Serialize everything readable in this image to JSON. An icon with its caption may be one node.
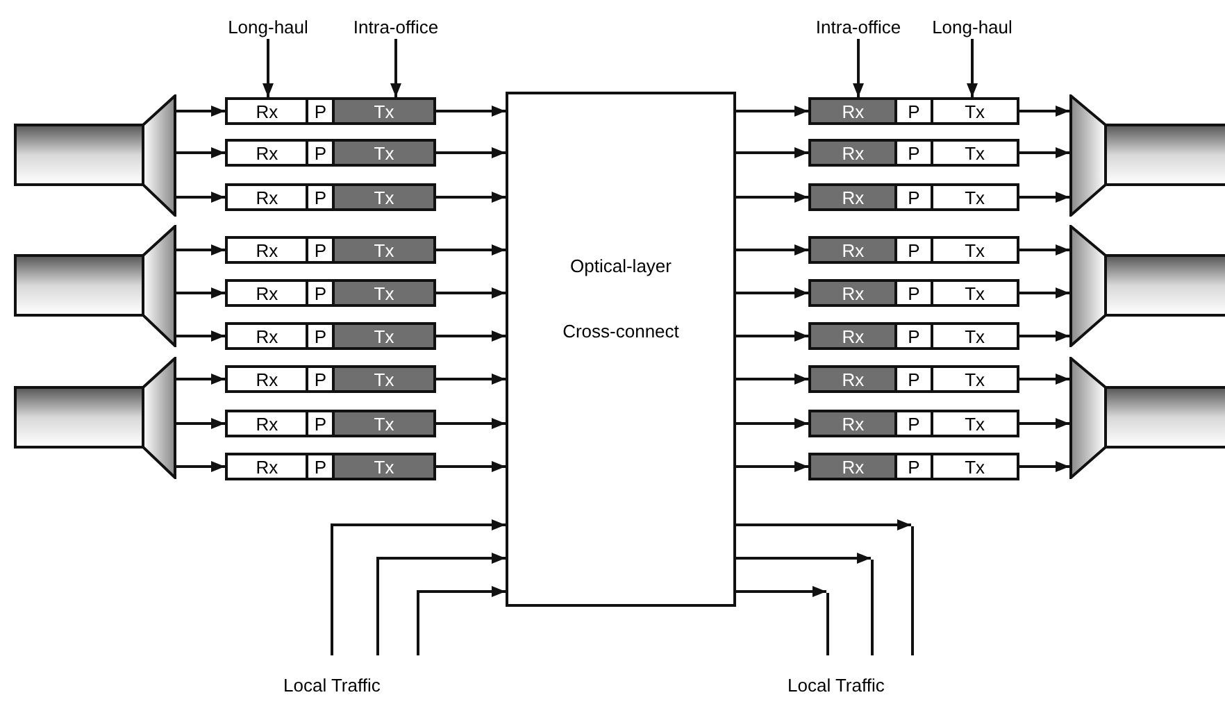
{
  "diagram": {
    "nodes": [
      {
        "text": [
          "Long-haul"
        ]
      },
      {
        "text": [
          "Intra-office"
        ]
      },
      {
        "text": [
          "Intra-office"
        ]
      },
      {
        "text": [
          "Long-haul"
        ]
      },
      {
        "text": [],
        "shape": "trapezoid"
      },
      {
        "text": [],
        "shape": "trapezoid"
      },
      {
        "text": [],
        "shape": "trapezoid"
      },
      {
        "text": [
          "Rx",
          "P",
          "Tx"
        ]
      },
      {
        "text": [
          "Rx",
          "P",
          "Tx"
        ]
      },
      {
        "text": [
          "Rx",
          "P",
          "Tx"
        ]
      },
      {
        "text": [
          "Rx",
          "P",
          "Tx"
        ]
      },
      {
        "text": [
          "Rx",
          "P",
          "Tx"
        ]
      },
      {
        "text": [
          "Rx",
          "P",
          "Tx"
        ]
      },
      {
        "text": [
          "Rx",
          "P",
          "Tx"
        ]
      },
      {
        "text": [
          "Rx",
          "P",
          "Tx"
        ]
      },
      {
        "text": [
          "Rx",
          "P",
          "Tx"
        ]
      },
      {
        "text": [
          "Optical-layer",
          "Cross-connect"
        ]
      },
      {
        "text": [
          "Rx",
          "P",
          "Tx"
        ]
      },
      {
        "text": [
          "Rx",
          "P",
          "Tx"
        ]
      },
      {
        "text": [
          "Rx",
          "P",
          "Tx"
        ]
      },
      {
        "text": [
          "Rx",
          "P",
          "Tx"
        ]
      },
      {
        "text": [
          "Rx",
          "P",
          "Tx"
        ]
      },
      {
        "text": [
          "Rx",
          "P",
          "Tx"
        ]
      },
      {
        "text": [
          "Rx",
          "P",
          "Tx"
        ]
      },
      {
        "text": [
          "Rx",
          "P",
          "Tx"
        ]
      },
      {
        "text": [
          "Rx",
          "P",
          "Tx"
        ]
      },
      {
        "text": [],
        "shape": "trapezoid"
      },
      {
        "text": [],
        "shape": "trapezoid"
      },
      {
        "text": [],
        "shape": "trapezoid"
      }
    ],
    "edges": [
      {
        "from": 4,
        "to": 7,
        "arrow": "to"
      },
      {
        "from": 4,
        "to": 8,
        "arrow": "to"
      },
      {
        "from": 4,
        "to": 9,
        "arrow": "to"
      },
      {
        "from": 5,
        "to": 10,
        "arrow": "to"
      },
      {
        "from": 5,
        "to": 11,
        "arrow": "to"
      },
      {
        "from": 5,
        "to": 12,
        "arrow": "to"
      },
      {
        "from": 6,
        "to": 13,
        "arrow": "to"
      },
      {
        "from": 6,
        "to": 14,
        "arrow": "to"
      },
      {
        "from": 6,
        "to": 15,
        "arrow": "to"
      },
      {
        "from": 7,
        "to": 16,
        "arrow": "to"
      },
      {
        "from": 8,
        "to": 16,
        "arrow": "to"
      },
      {
        "from": 9,
        "to": 16,
        "arrow": "to"
      },
      {
        "from": 10,
        "to": 16,
        "arrow": "to"
      },
      {
        "from": 11,
        "to": 16,
        "arrow": "to"
      },
      {
        "from": 12,
        "to": 16,
        "arrow": "to"
      },
      {
        "from": 13,
        "to": 16,
        "arrow": "to"
      },
      {
        "from": 14,
        "to": 16,
        "arrow": "to"
      },
      {
        "from": 15,
        "to": 16,
        "arrow": "to"
      },
      {
        "from": 16,
        "to": 17,
        "arrow": "to"
      },
      {
        "from": 16,
        "to": 18,
        "arrow": "to"
      },
      {
        "from": 16,
        "to": 19,
        "arrow": "to"
      },
      {
        "from": 16,
        "to": 20,
        "arrow": "to"
      },
      {
        "from": 16,
        "to": 21,
        "arrow": "to"
      },
      {
        "from": 16,
        "to": 22,
        "arrow": "to"
      },
      {
        "from": 16,
        "to": 23,
        "arrow": "to"
      },
      {
        "from": 16,
        "to": 24,
        "arrow": "to"
      },
      {
        "from": 16,
        "to": 25,
        "arrow": "to"
      },
      {
        "from": 17,
        "to": 26,
        "arrow": "to"
      },
      {
        "from": 18,
        "to": 26,
        "arrow": "to"
      },
      {
        "from": 19,
        "to": 26,
        "arrow": "to"
      },
      {
        "from": 20,
        "to": 27,
        "arrow": "to"
      },
      {
        "from": 21,
        "to": 27,
        "arrow": "to"
      },
      {
        "from": 22,
        "to": 27,
        "arrow": "to"
      },
      {
        "from": 23,
        "to": 28,
        "arrow": "to"
      },
      {
        "from": 24,
        "to": 28,
        "arrow": "to"
      },
      {
        "from": 25,
        "to": 28,
        "arrow": "to"
      },
      {
        "from": null,
        "to": 16,
        "arrow": "to"
      },
      {
        "from": null,
        "to": 16,
        "arrow": "to"
      },
      {
        "from": null,
        "to": 16,
        "arrow": "to"
      },
      {
        "from": 16,
        "to": null,
        "arrow": "to"
      },
      {
        "from": 16,
        "to": null,
        "arrow": "to"
      },
      {
        "from": 16,
        "to": null,
        "arrow": "to"
      },
      {
        "from": 0,
        "to": 7,
        "arrow": "to"
      },
      {
        "from": 1,
        "to": 7,
        "arrow": "to"
      },
      {
        "from": 2,
        "to": 17,
        "arrow": "to"
      },
      {
        "from": 3,
        "to": 17,
        "arrow": "to"
      }
    ],
    "labels": [
      "Local Traffic",
      "Local Traffic"
    ]
  }
}
